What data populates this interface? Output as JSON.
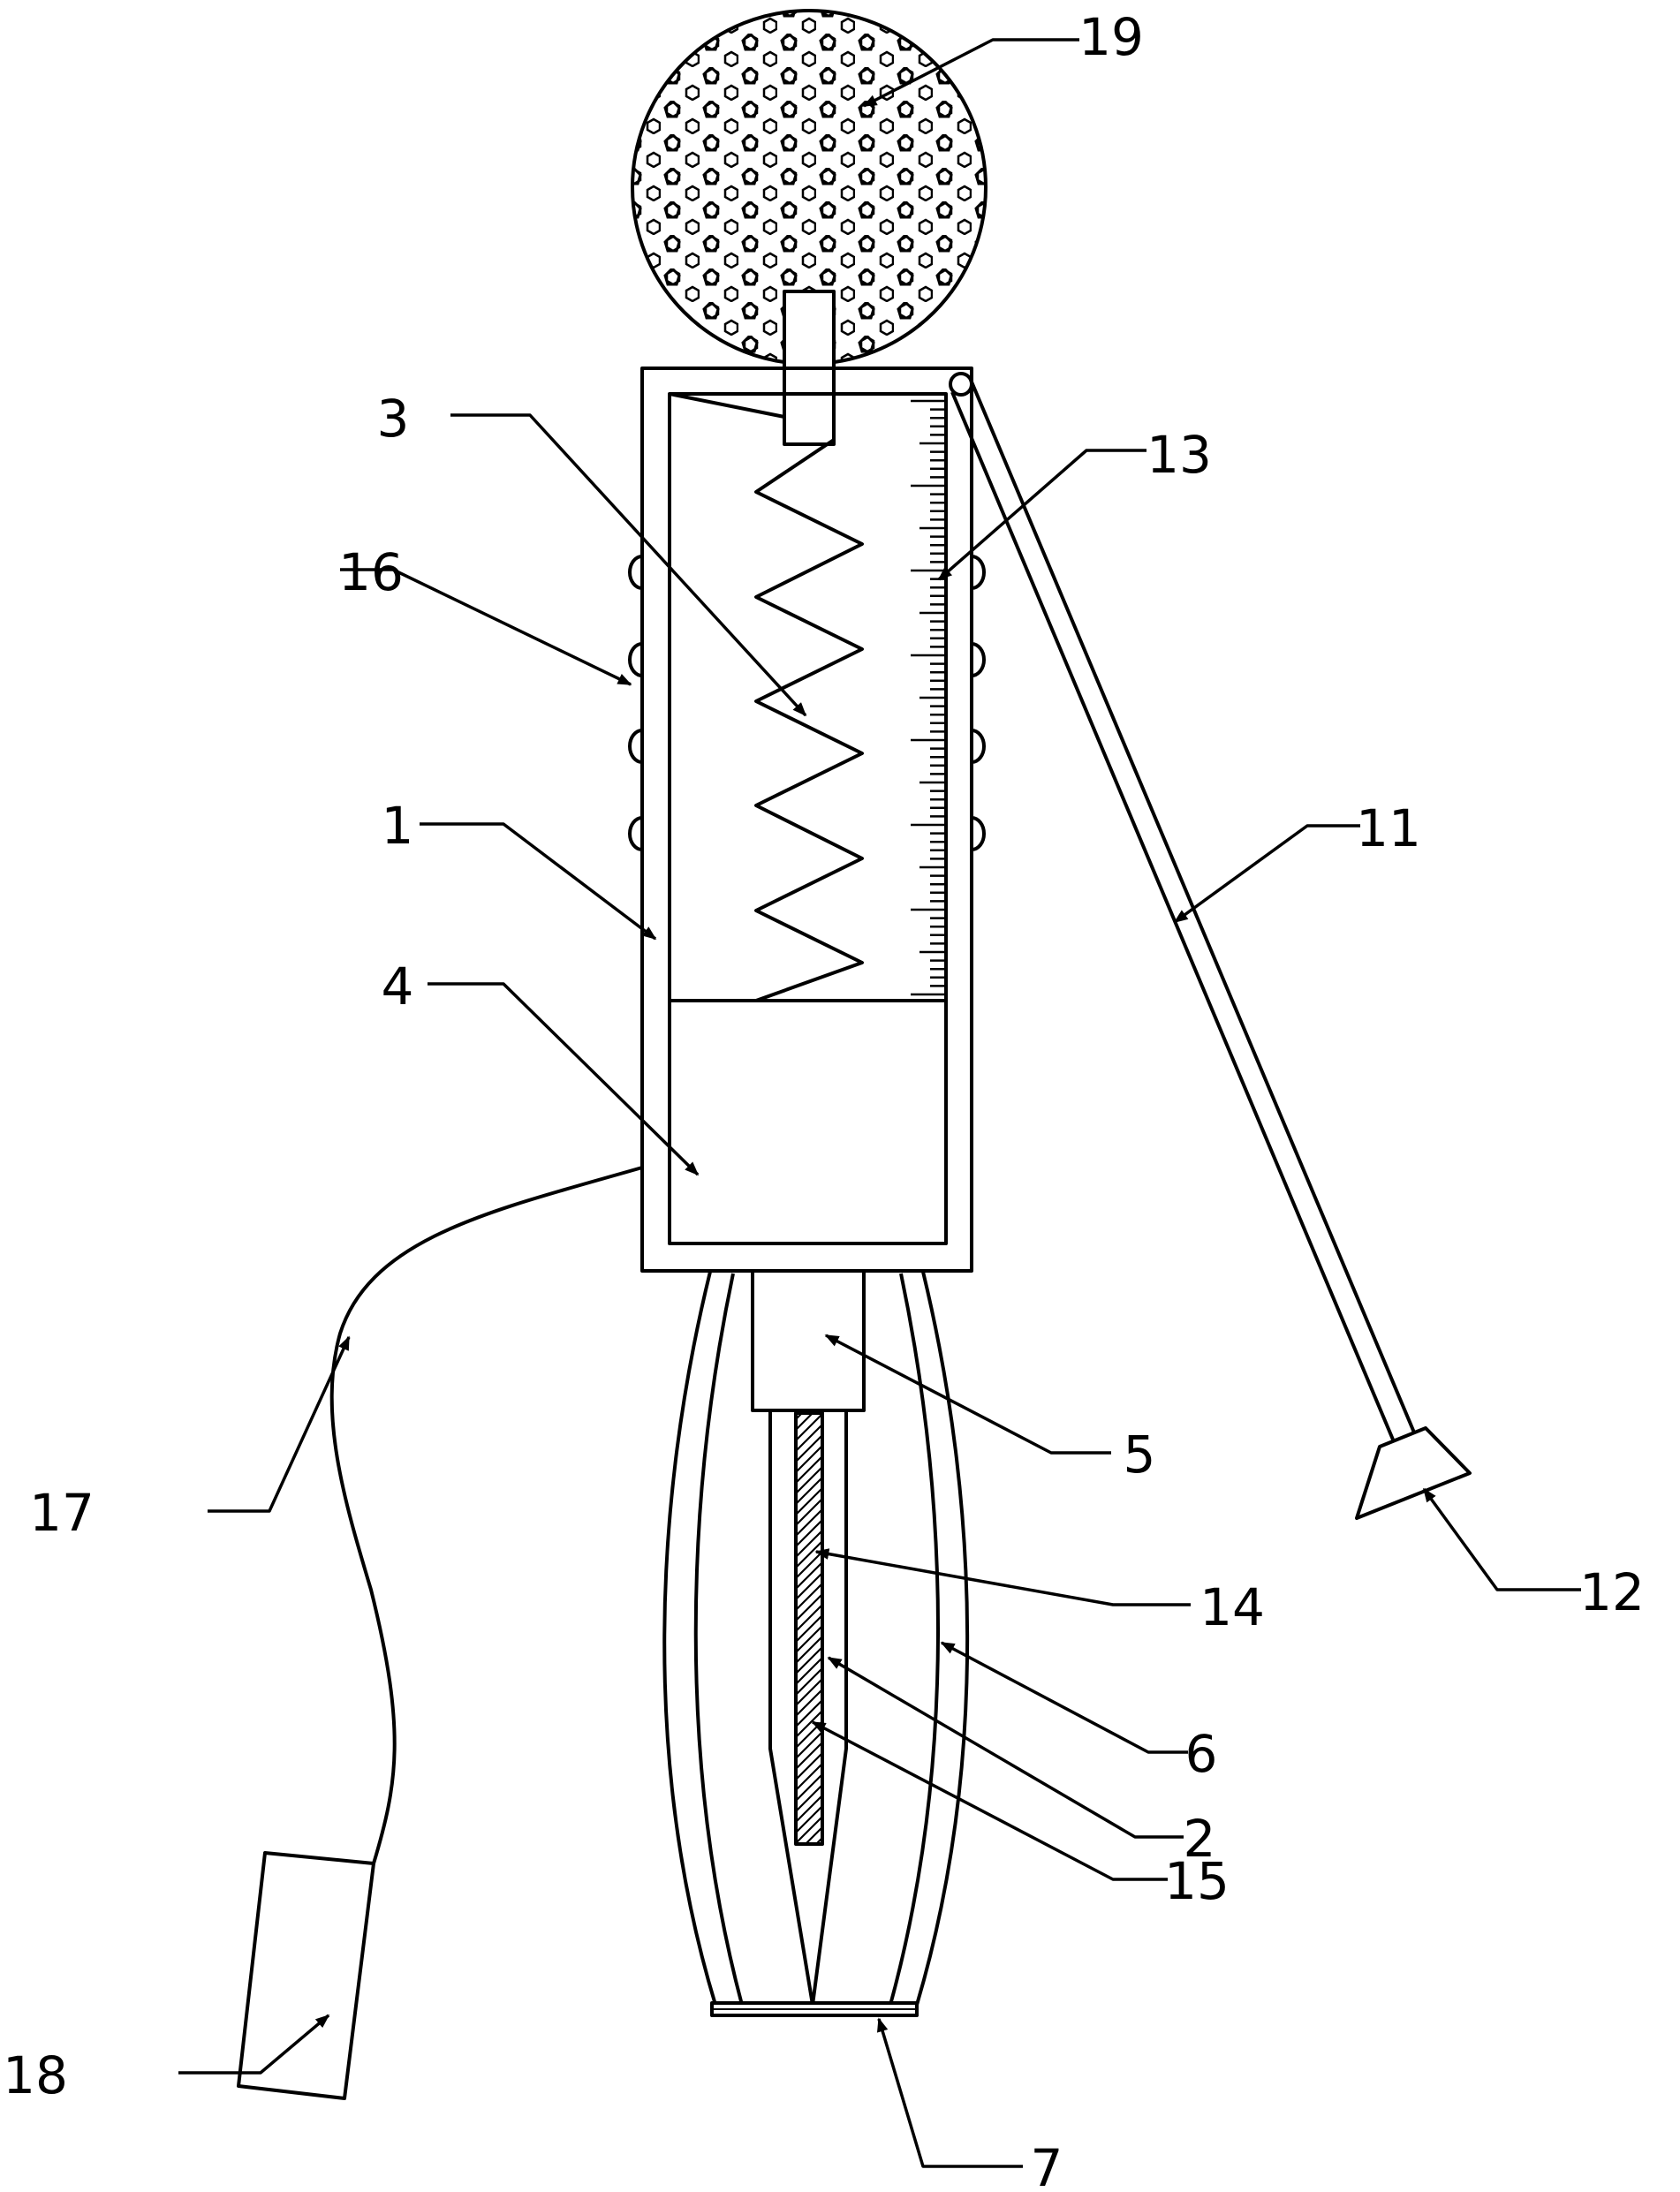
{
  "figure": {
    "labels": {
      "l1": "1",
      "l2": "2",
      "l3": "3",
      "l4": "4",
      "l5": "5",
      "l6": "6",
      "l7": "7",
      "l11": "11",
      "l12": "12",
      "l13": "13",
      "l14": "14",
      "l15": "15",
      "l16": "16",
      "l17": "17",
      "l18": "18",
      "l19": "19"
    },
    "colors": {
      "ink": "#000000",
      "paper": "#ffffff"
    }
  }
}
